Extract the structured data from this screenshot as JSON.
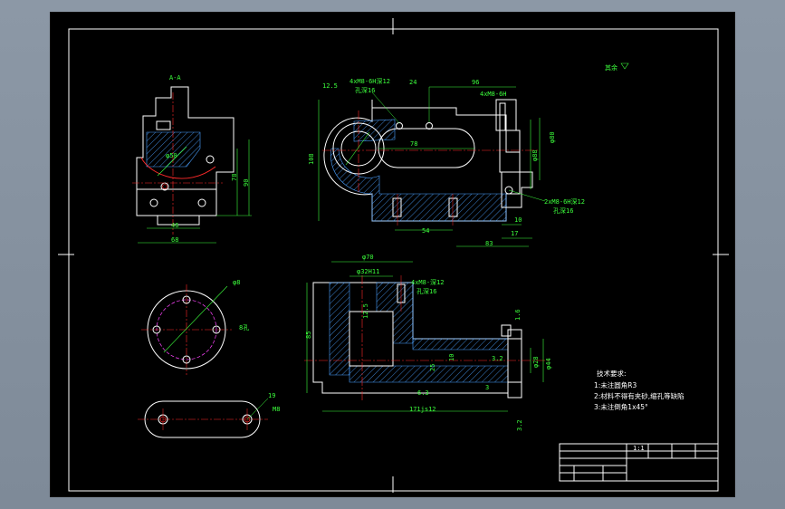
{
  "colors": {
    "outline": "#ffffff",
    "dimension": "#3cff3c",
    "centerline": "#ff2a2a",
    "hidden": "#ff44ff",
    "hatch": "#4aa0ff",
    "background": "#000000"
  },
  "views": {
    "section_label": "A-A",
    "section_dims": {
      "bore": "φ50",
      "w46": "46",
      "w68": "68",
      "h78": "78",
      "h90": "90"
    },
    "front_dims": {
      "rough": "12.5",
      "thread1_a": "4xM8-6H深12",
      "thread1_b": "孔深16",
      "d24": "24",
      "d96": "96",
      "thread2": "4xM8-6H",
      "d78": "78",
      "d108": "108",
      "d54": "54",
      "d83": "83",
      "phi80": "φ80",
      "phi88": "φ88",
      "thread3_a": "2xM8-6H深12",
      "thread3_b": "孔深16",
      "d10": "10",
      "d17": "17"
    },
    "circle_dims": {
      "phi": "φ8",
      "holes": "8孔"
    },
    "slot_dims": {
      "d19": "19",
      "pm": "M8"
    },
    "lower_dims": {
      "phi70": "φ70",
      "phi32": "φ32H11",
      "thread_a": "4xM8-深12",
      "thread_b": "孔深16",
      "r25": "12.5",
      "h85": "85",
      "d171": "171js12",
      "d10": "10",
      "d32": "3.2",
      "phi28": "φ28",
      "phi44": "φ44",
      "d3": "3",
      "rough2": "6.3",
      "small1": "1.6",
      "small2": "3.2",
      "h25": "25"
    }
  },
  "note_rest": "其余",
  "tech_requirements": {
    "title": "技术要求:",
    "items": [
      "1:未注圆角R3",
      "2:材料不得有夹砂,缩孔等缺陷",
      "3:未注倒角1x45°"
    ]
  },
  "title_block": {
    "scale": "1:1"
  }
}
